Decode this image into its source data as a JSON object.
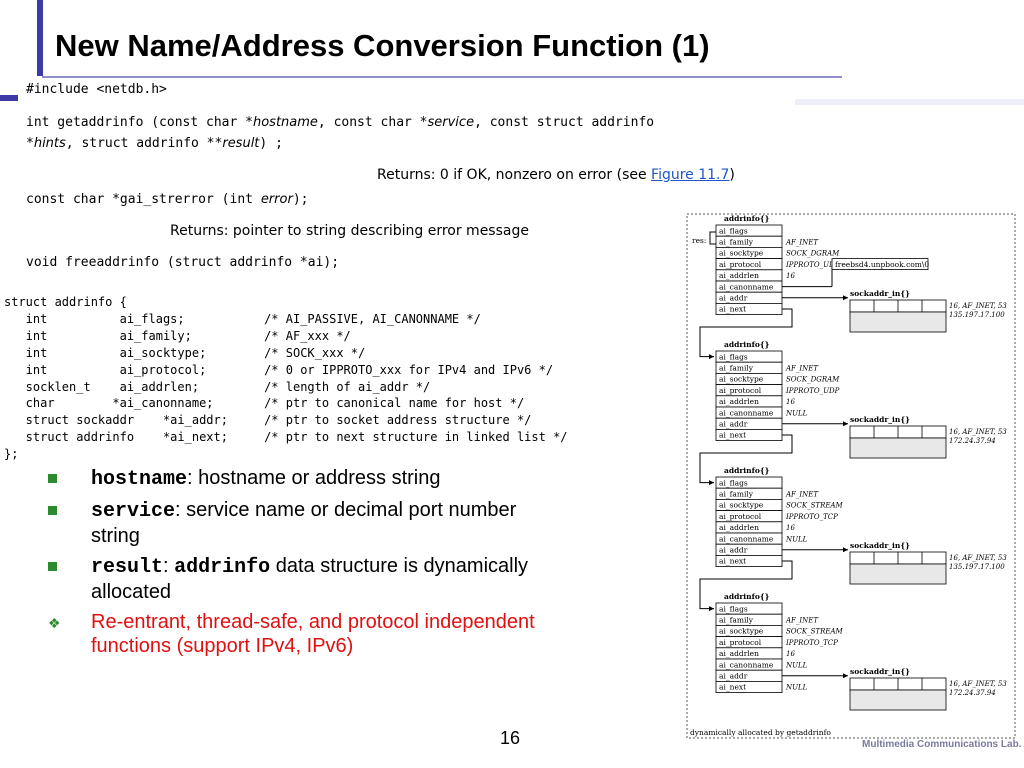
{
  "title": "New Name/Address Conversion Function (1)",
  "code": {
    "include": "#include <netdb.h>",
    "getaddrinfo_line1_a": "int getaddrinfo (const char *",
    "getaddrinfo_hostname": "hostname",
    "getaddrinfo_line1_b": ", const char *",
    "getaddrinfo_service": "service",
    "getaddrinfo_line1_c": ", const struct addrinfo",
    "getaddrinfo_line2_a": "*",
    "getaddrinfo_hints": "hints",
    "getaddrinfo_line2_b": ", struct addrinfo **",
    "getaddrinfo_result": "result",
    "getaddrinfo_line2_c": ") ;",
    "returns1_text": "Returns: 0 if OK, nonzero on error (see ",
    "returns1_link": "Figure 11.7",
    "returns1_end": ")",
    "strerror_a": "const char *gai_strerror (int ",
    "strerror_error": "error",
    "strerror_b": ");",
    "returns2": "Returns: pointer to string describing error message",
    "freeaddrinfo": "void freeaddrinfo (struct addrinfo *ai);"
  },
  "struct_lines": [
    "struct addrinfo {",
    "   int          ai_flags;           /* AI_PASSIVE, AI_CANONNAME */",
    "   int          ai_family;          /* AF_xxx */",
    "   int          ai_socktype;        /* SOCK_xxx */",
    "   int          ai_protocol;        /* 0 or IPPROTO_xxx for IPv4 and IPv6 */",
    "   socklen_t    ai_addrlen;         /* length of ai_addr */",
    "   char        *ai_canonname;       /* ptr to canonical name for host */",
    "   struct sockaddr    *ai_addr;     /* ptr to socket address structure */",
    "   struct addrinfo    *ai_next;     /* ptr to next structure in linked list */",
    "};"
  ],
  "bullets": [
    {
      "term": "hostname",
      "sep": ": ",
      "text": "hostname or address string"
    },
    {
      "term": "service",
      "sep": ": ",
      "text": "service name or decimal port number string"
    },
    {
      "term": "result",
      "sep": ": ",
      "term2": "addrinfo",
      "text": " data structure is dynamically allocated"
    }
  ],
  "red_bullet": "Re-entrant, thread-safe, and protocol independent functions (support IPv4, IPv6)",
  "page_number": "16",
  "footer_brand": "Multimedia Communications Lab.",
  "diagram": {
    "res_label": "res:",
    "struct_title": "addrinfo{}",
    "sockaddr_title": "sockaddr_in{}",
    "fields": [
      "ai_flags",
      "ai_family",
      "ai_socktype",
      "ai_protocol",
      "ai_addrlen",
      "ai_canonname",
      "ai_addr",
      "ai_next"
    ],
    "canonname_value": "freebsd4.unpbook.com\\0",
    "blocks": [
      {
        "family": "AF_INET",
        "socktype": "SOCK_DGRAM",
        "protocol": "IPPROTO_UDP",
        "addrlen": "16",
        "canonname": "",
        "next": "",
        "sock_line1": "16, AF_INET, 53",
        "sock_line2": "135.197.17.100"
      },
      {
        "family": "AF_INET",
        "socktype": "SOCK_DGRAM",
        "protocol": "IPPROTO_UDP",
        "addrlen": "16",
        "canonname": "NULL",
        "next": "",
        "sock_line1": "16, AF_INET, 53",
        "sock_line2": "172.24.37.94"
      },
      {
        "family": "AF_INET",
        "socktype": "SOCK_STREAM",
        "protocol": "IPPROTO_TCP",
        "addrlen": "16",
        "canonname": "NULL",
        "next": "",
        "sock_line1": "16, AF_INET, 53",
        "sock_line2": "135.197.17.100"
      },
      {
        "family": "AF_INET",
        "socktype": "SOCK_STREAM",
        "protocol": "IPPROTO_TCP",
        "addrlen": "16",
        "canonname": "NULL",
        "next": "NULL",
        "sock_line1": "16, AF_INET, 53",
        "sock_line2": "172.24.37.94"
      }
    ],
    "caption": "dynamically allocated by getaddrinfo"
  },
  "colors": {
    "accent": "#3d3aa6",
    "bullet": "#2b8a2b",
    "highlight": "#e01010",
    "link": "#1f57c8"
  }
}
